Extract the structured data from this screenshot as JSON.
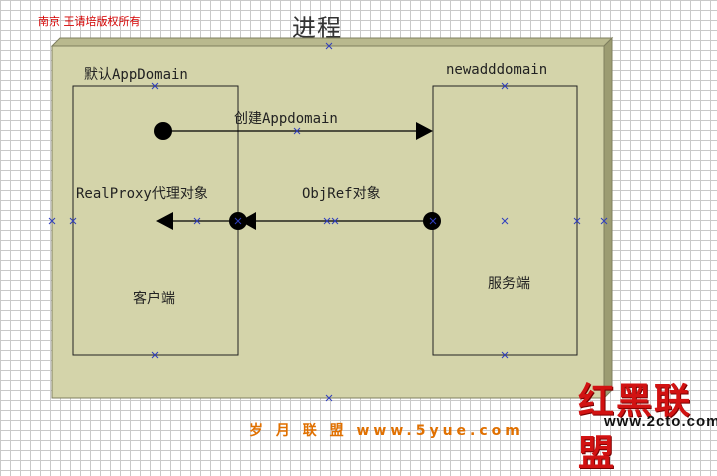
{
  "header": {
    "copyright": "南京 王请培版权所有",
    "title": "进程"
  },
  "diagram": {
    "left_domain_label": "默认AppDomain",
    "right_domain_label": "newadddomain",
    "arrow_create_label": "创建Appdomain",
    "proxy_label": "RealProxy代理对象",
    "objref_label": "ObjRef对象",
    "client_label": "客户端",
    "server_label": "服务端"
  },
  "watermarks": {
    "brand": "红黑联盟",
    "site": "www.2cto.com",
    "footer": "岁 月 联 盟  www.5yue.com"
  },
  "colors": {
    "process_fill": "#d4d4aa",
    "process_border": "#7f7f5f",
    "handle": "#2f3fbf",
    "ink": "#000000",
    "brand_red": "#d21212",
    "footer_orange": "#e07000"
  }
}
